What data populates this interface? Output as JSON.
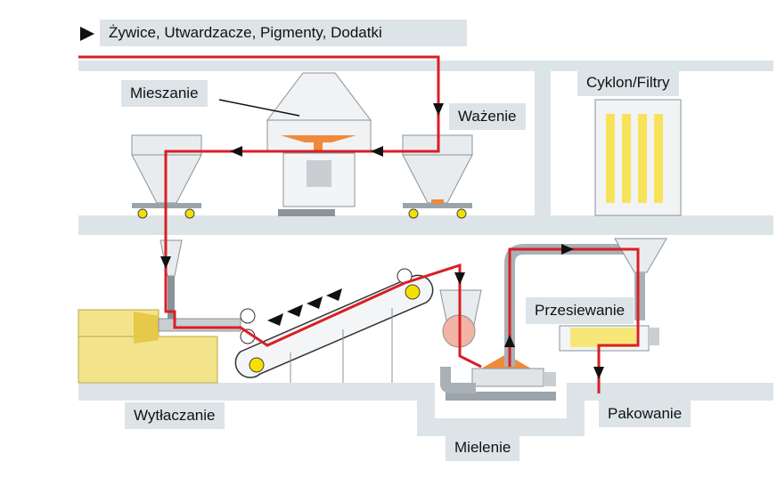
{
  "header": {
    "label": "Żywice, Utwardzacze, Pigmenty, Dodatki",
    "arrow_icon": "right-triangle-icon"
  },
  "stages": {
    "mixing": "Mieszanie",
    "weighing": "Ważenie",
    "cyclone": "Cyklon/Filtry",
    "extrusion": "Wytłaczanie",
    "sieving": "Przesiewanie",
    "milling": "Mielenie",
    "packing": "Pakowanie"
  },
  "colors": {
    "flow_line": "#d81f26",
    "floor": "#dde4e8",
    "extruder": "#f3e38a",
    "filter": "#f7e35a",
    "mill_dish": "#f08a3a"
  }
}
